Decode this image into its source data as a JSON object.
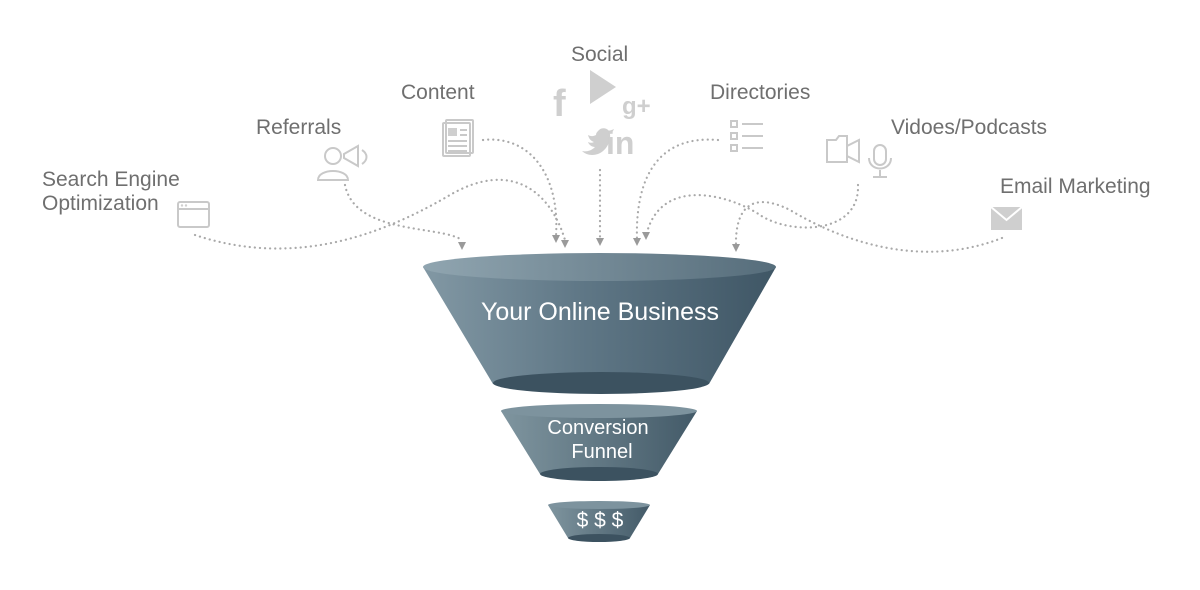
{
  "sources": {
    "seo": {
      "line1": "Search Engine",
      "line2": "Optimization"
    },
    "referrals": "Referrals",
    "content": "Content",
    "social": "Social",
    "directories": "Directories",
    "videos": "Vidoes/Podcasts",
    "email": "Email Marketing"
  },
  "social_icons": {
    "facebook": "f",
    "google_plus": "g+",
    "linkedin": "in"
  },
  "funnel": {
    "top": "Your Online Business",
    "middle_line1": "Conversion",
    "middle_line2": "Funnel",
    "bottom": "$ $ $"
  },
  "colors": {
    "funnel_light": "#7b929e",
    "funnel_dark": "#3f5665",
    "label_gray": "#6f6f6f",
    "icon_gray": "#c9c9c9"
  }
}
